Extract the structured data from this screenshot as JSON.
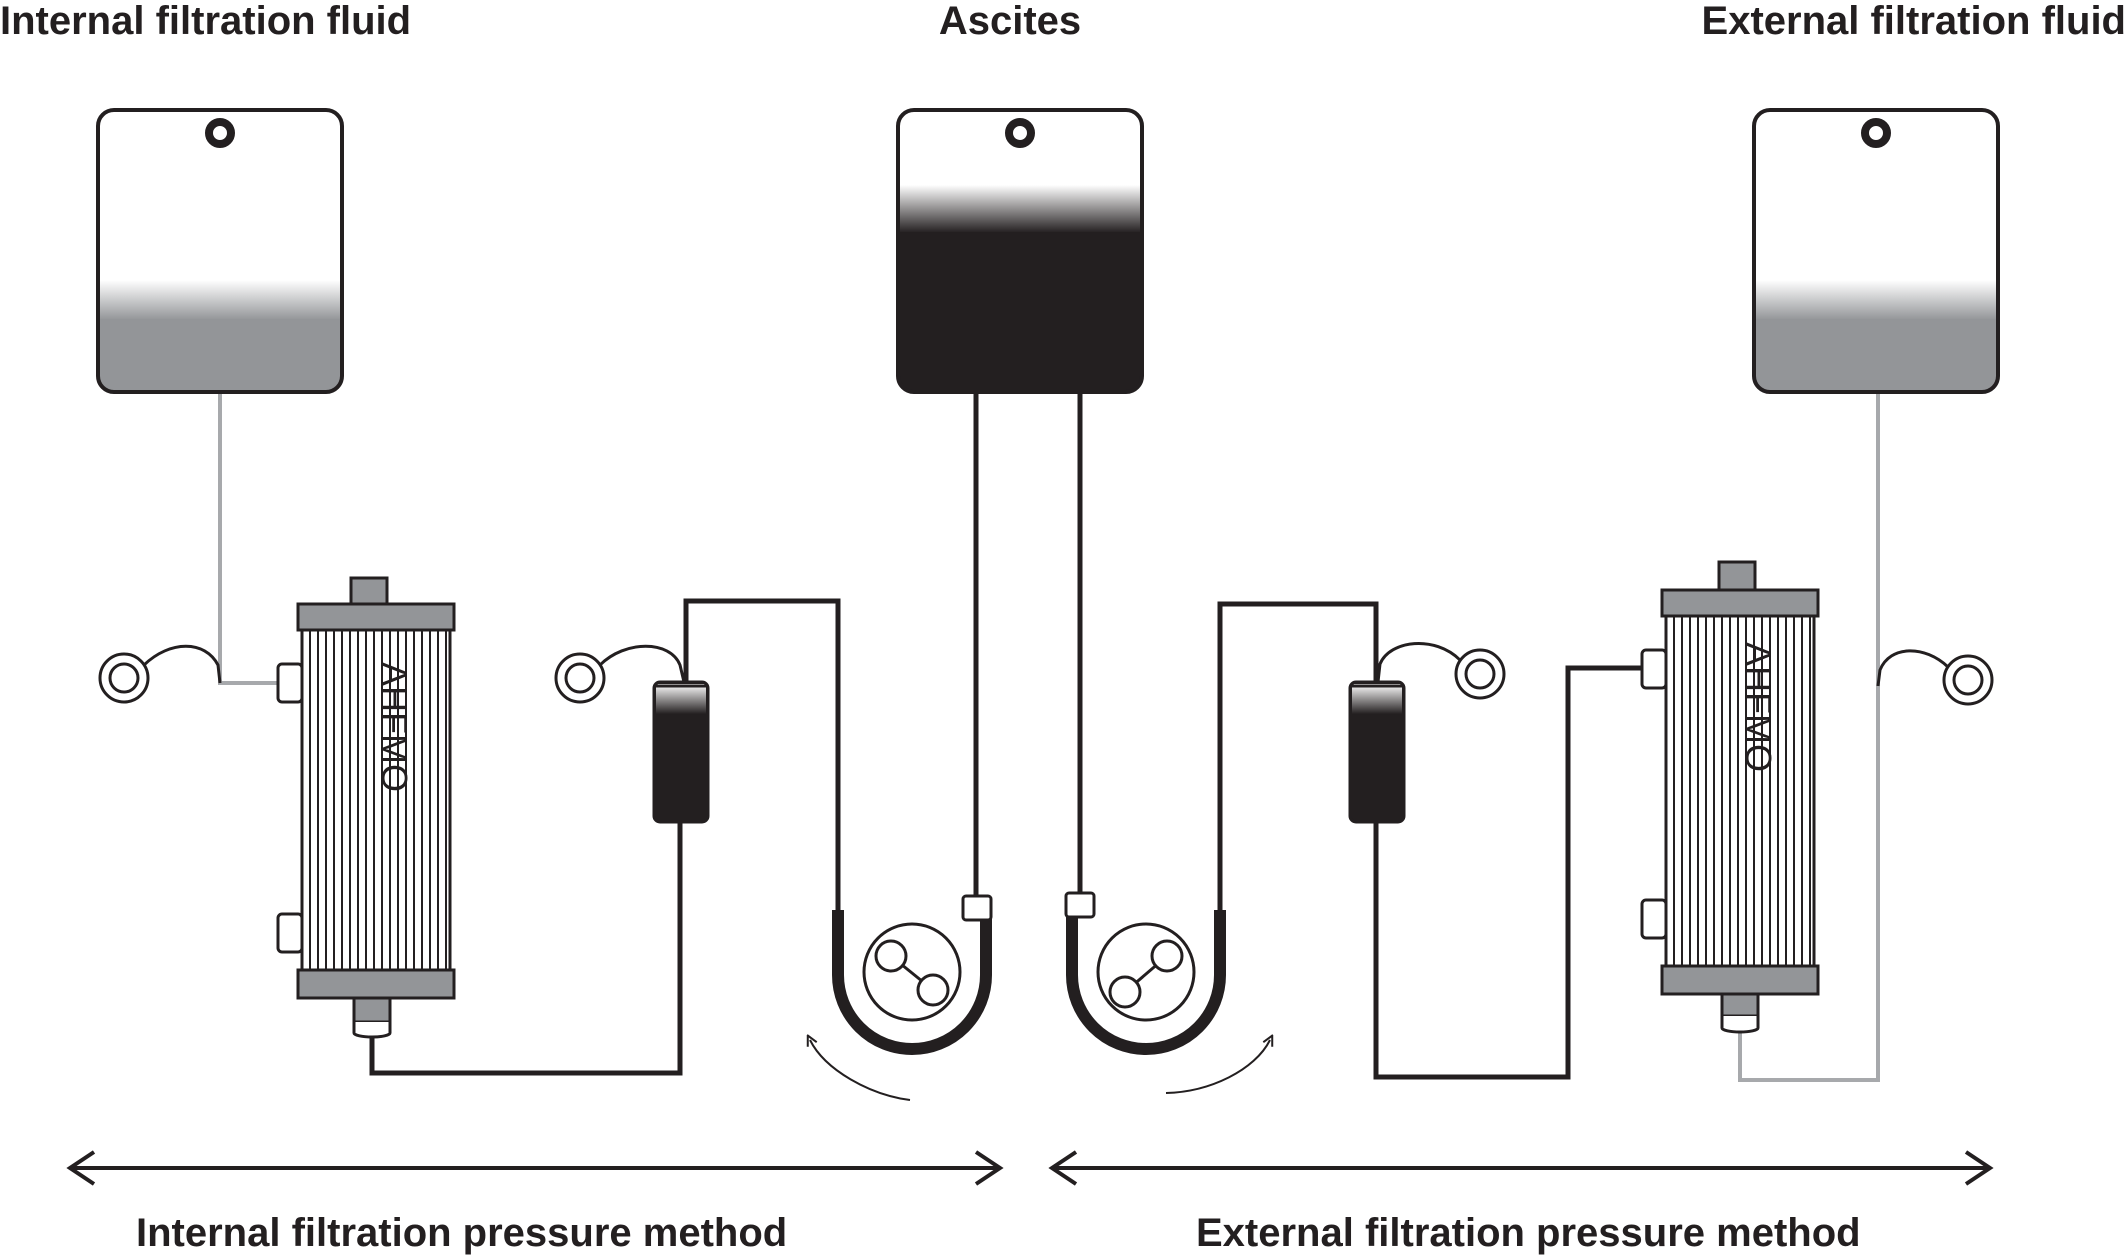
{
  "labels": {
    "top_left": "Internal filtration fluid",
    "top_center": "Ascites",
    "top_right": "External filtration fluid",
    "bottom_left": "Internal filtration pressure method",
    "bottom_right": "External filtration pressure method"
  },
  "filter_brand": "AHFMO",
  "colors": {
    "ink": "#231f20",
    "gray_fluid": "#939598",
    "gray_tube": "#a7a9ac",
    "paper": "#ffffff"
  }
}
